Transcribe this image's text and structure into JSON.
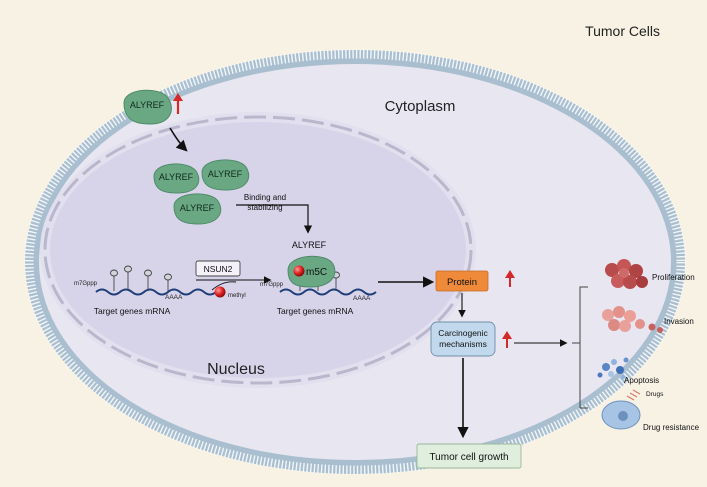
{
  "labels": {
    "tumor_cells": "Tumor Cells",
    "cytoplasm": "Cytoplasm",
    "nucleus": "Nucleus"
  },
  "alyref": {
    "protein_label": "ALYREF",
    "bound_label": "ALYREF"
  },
  "mrna": {
    "cap_label": "m7Gppp",
    "tail_label": "AAAA",
    "unmodified_caption": "Target genes mRNA",
    "modified_caption": "Target genes mRNA"
  },
  "enzyme": {
    "writer_label": "NSUN2",
    "methyl_label": "methyl",
    "m5c_label": "m5C"
  },
  "binding": {
    "line1": "Binding and",
    "line2": "stabilizing"
  },
  "pathway": {
    "protein_label": "Protein",
    "mechanisms_line1": "Carcinogenic",
    "mechanisms_line2": "mechanisms",
    "growth_label": "Tumor cell growth"
  },
  "outcomes": {
    "proliferation": "Proliferation",
    "invasion": "Invasion",
    "apoptosis": "Apoptosis",
    "drugs": "Drugs",
    "drug_resistance": "Drug resistance"
  },
  "colors": {
    "background": "#f7f2e4",
    "cytoplasm": "#e7e6f0",
    "nucleus": "#d8d5ea",
    "membrane": "#b4c8d8",
    "protein_green": "#6aa884",
    "orange_box": "#ef8a3a",
    "blue_box": "#c2d8ec",
    "green_box": "#dfeedd",
    "up_arrow": "#d42a2a",
    "methyl_red": "#e02020"
  }
}
